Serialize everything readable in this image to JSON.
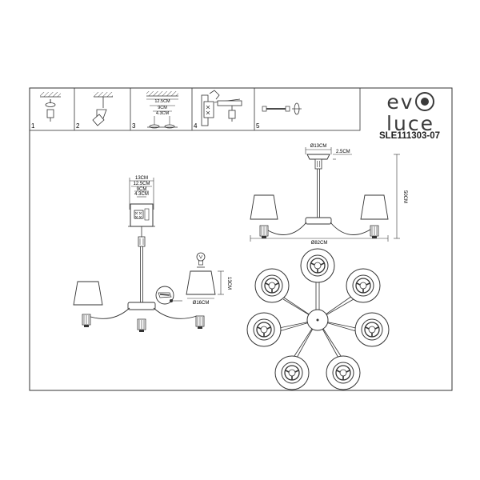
{
  "brand": {
    "part1": "ev",
    "part2": "luce"
  },
  "model": "SLE111303-07",
  "steps": [
    "1",
    "2",
    "3",
    "4",
    "5"
  ],
  "step3_dims": [
    "12.5CM",
    "9CM",
    "4.3CM"
  ],
  "left_view": {
    "dims": [
      "13CM",
      "12.5CM",
      "9CM",
      "4.3CM"
    ],
    "shade_diameter": "Ø16CM",
    "shade_height": "13CM"
  },
  "right_view": {
    "canopy_diameter": "Ø13CM",
    "canopy_height": "2.5CM",
    "total_height": "50CM",
    "total_diameter": "Ø82CM"
  }
}
